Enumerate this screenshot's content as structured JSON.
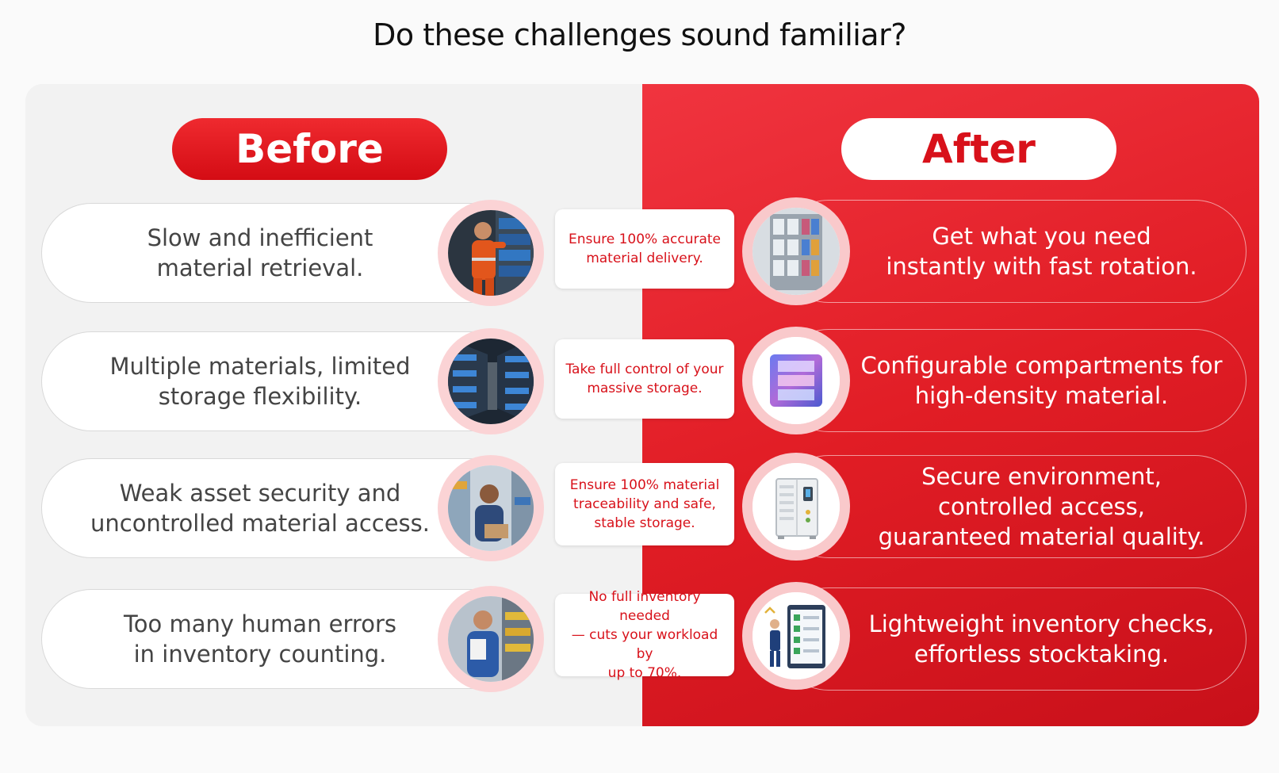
{
  "title": "Do these challenges sound familiar?",
  "before_label": "Before",
  "after_label": "After",
  "before_items": [
    {
      "line1": "Slow and inefficient",
      "line2": "material retrieval.",
      "image": "warehouse-worker-retrieving-image"
    },
    {
      "line1": "Multiple materials, limited",
      "line2": "storage flexibility.",
      "image": "storage-shelves-image"
    },
    {
      "line1": "Weak asset security and",
      "line2": "uncontrolled material access.",
      "image": "worker-checking-inventory-image"
    },
    {
      "line1": "Too many human errors",
      "line2": "in inventory counting.",
      "image": "worker-with-clipboard-image"
    }
  ],
  "middle_items": [
    {
      "line1": "Ensure 100% accurate",
      "line2": "material delivery.",
      "line3": ""
    },
    {
      "line1": "Take full control of your",
      "line2": "massive storage.",
      "line3": ""
    },
    {
      "line1": "Ensure 100% material",
      "line2": "traceability and safe,",
      "line3": "stable storage."
    },
    {
      "line1": "No full inventory needed",
      "line2": "— cuts your workload by",
      "line3": "up to 70%."
    }
  ],
  "after_items": [
    {
      "line1": "Get what you need",
      "line2": "instantly with fast rotation.",
      "line3": "",
      "icon": "rotary-storage-icon"
    },
    {
      "line1": "Configurable compartments for",
      "line2": "high-density material.",
      "line3": "",
      "icon": "compartment-cube-icon"
    },
    {
      "line1": "Secure environment,",
      "line2": "controlled access,",
      "line3": "guaranteed material quality.",
      "icon": "smart-cabinet-icon"
    },
    {
      "line1": "Lightweight inventory checks,",
      "line2": "effortless stocktaking.",
      "line3": "",
      "icon": "checklist-person-icon"
    }
  ],
  "colors": {
    "accent": "#e11d25",
    "dark_accent": "#c8101a",
    "light_pink": "#fbd3d5"
  }
}
